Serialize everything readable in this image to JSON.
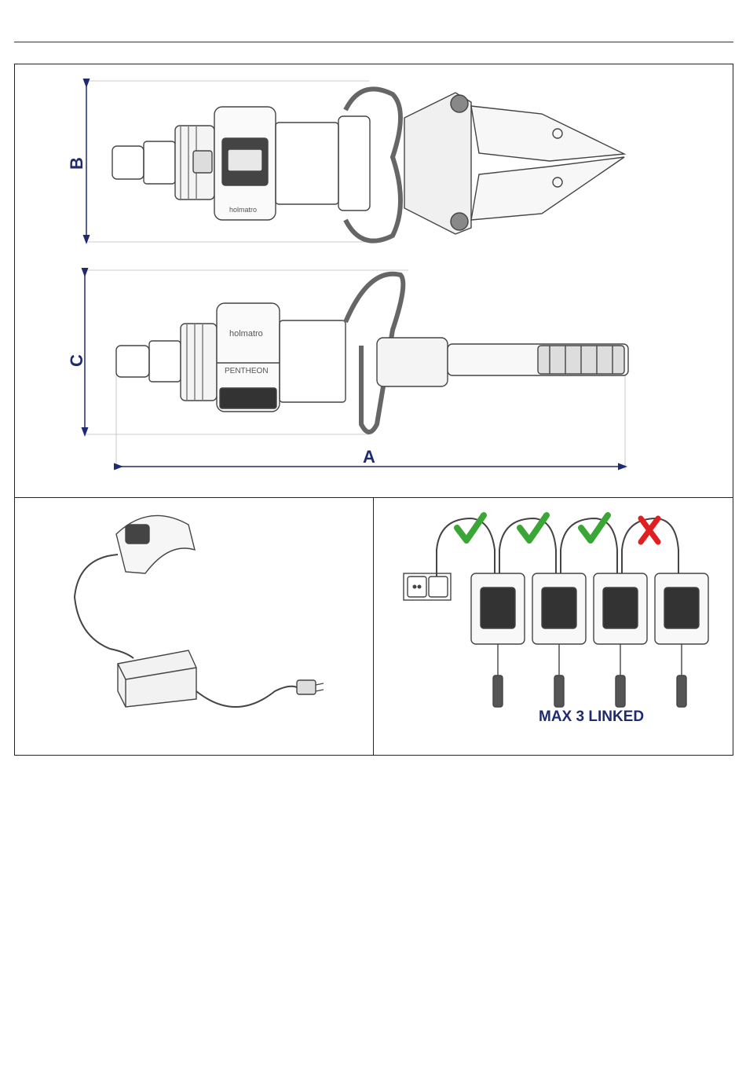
{
  "dimensions": {
    "width_label": "A",
    "height_label": "B",
    "side_height_label": "C"
  },
  "tool": {
    "brand": "holmatro",
    "model": "PENTHEON"
  },
  "linking": {
    "caption": "MAX 3 LINKED",
    "chargers": [
      {
        "status": "allowed",
        "mark": "✓"
      },
      {
        "status": "allowed",
        "mark": "✓"
      },
      {
        "status": "allowed",
        "mark": "✓"
      },
      {
        "status": "not-allowed",
        "mark": "✗"
      }
    ],
    "colors": {
      "allowed": "#3aa635",
      "not_allowed": "#e02020"
    }
  },
  "colors": {
    "dimension": "#1f2b6e"
  }
}
